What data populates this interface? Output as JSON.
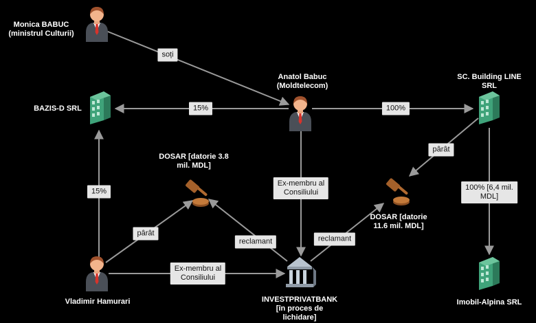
{
  "nodes": {
    "monica": {
      "line1": "Monica BABUC",
      "line2": "(ministrul Culturii)",
      "icon": "person-icon"
    },
    "anatol": {
      "line1": "Anatol Babuc",
      "line2": "(Moldtelecom)",
      "icon": "person-icon"
    },
    "vladimir": {
      "line1": "Vladimir Hamurari",
      "icon": "person-icon"
    },
    "bazis": {
      "line1": "BAZIS-D SRL",
      "icon": "building-icon"
    },
    "building_line": {
      "line1": "SC. Building LINE",
      "line2": "SRL",
      "icon": "building-icon"
    },
    "imobil": {
      "line1": "Imobil-Alpina SRL",
      "icon": "building-icon"
    },
    "bank": {
      "line1": "INVESTPRIVATBANK",
      "line2": "[în proces de",
      "line3": "lichidare]",
      "icon": "bank-icon"
    },
    "dosar1": {
      "line1": "DOSAR [datorie 3.8",
      "line2": "mil. MDL]",
      "icon": "gavel-icon"
    },
    "dosar2": {
      "line1": "DOSAR [datorie",
      "line2": "11.6 mil. MDL]",
      "icon": "gavel-icon"
    }
  },
  "edges": {
    "soti": {
      "line1": "soți"
    },
    "anatol_bazis": {
      "line1": "15%"
    },
    "anatol_building": {
      "line1": "100%"
    },
    "anatol_bank": {
      "line1": "Ex-membru al",
      "line2": "Consiliului"
    },
    "building_dosar2": {
      "line1": "pârât"
    },
    "building_imobil": {
      "line1": "100% [6,4 mil.",
      "line2": "MDL]"
    },
    "vladimir_bazis": {
      "line1": "15%"
    },
    "vladimir_dosar1": {
      "line1": "pârât"
    },
    "vladimir_bank": {
      "line1": "Ex-membru al",
      "line2": "Consiliului"
    },
    "bank_dosar1": {
      "line1": "reclamant"
    },
    "bank_dosar2": {
      "line1": "reclamant"
    }
  },
  "colors": {
    "background": "#000000",
    "edge": "#9a9a9a",
    "label_bg": "#e6e6e6",
    "building": "#3fa37a",
    "suit": "#4a4f57",
    "skin": "#f2b48c",
    "hair": "#a0522d",
    "tie": "#d8332b",
    "gavel": "#a4602a",
    "bank": "#8f9aa6"
  }
}
